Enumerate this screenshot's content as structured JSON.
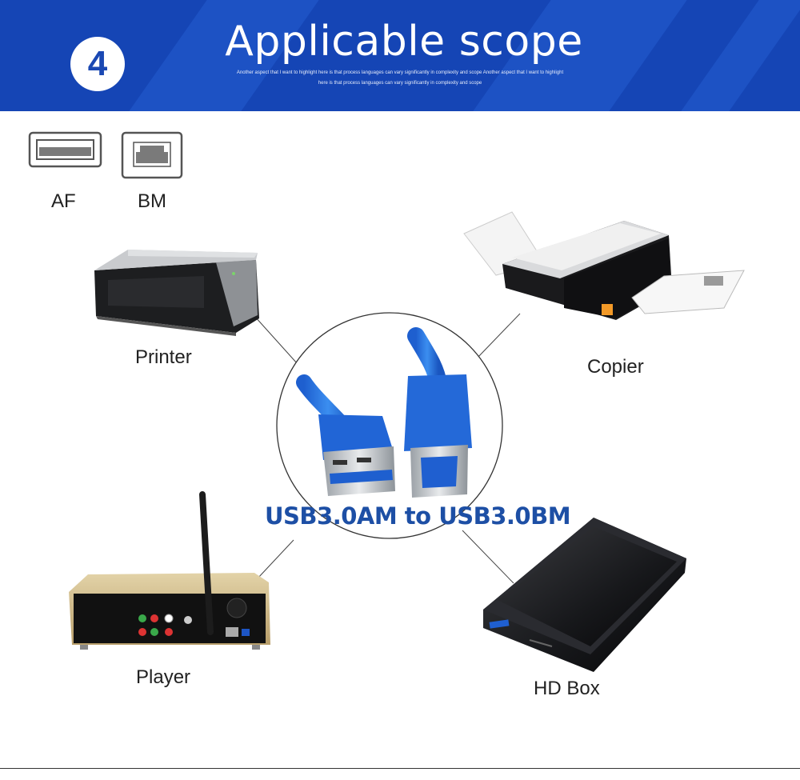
{
  "header": {
    "step_number": "4",
    "title": "Applicable scope",
    "subtitle_line1": "Another aspect that I want to highlight here is that process languages can vary significantly in complexity and scope Another aspect that I want to highlight",
    "subtitle_line2": "here is that process languages can vary significantly in complexity and scope",
    "colors": {
      "banner": "#1545b5",
      "accent_blue": "#1d4fa5"
    }
  },
  "connectors": [
    {
      "label": "AF",
      "icon": "usb-a-port-icon"
    },
    {
      "label": "BM",
      "icon": "usb-b-port-icon"
    }
  ],
  "center": {
    "caption": "USB3.0AM to USB3.0BM"
  },
  "devices": {
    "printer": "Printer",
    "copier": "Copier",
    "player": "Player",
    "hdbox": "HD Box"
  }
}
